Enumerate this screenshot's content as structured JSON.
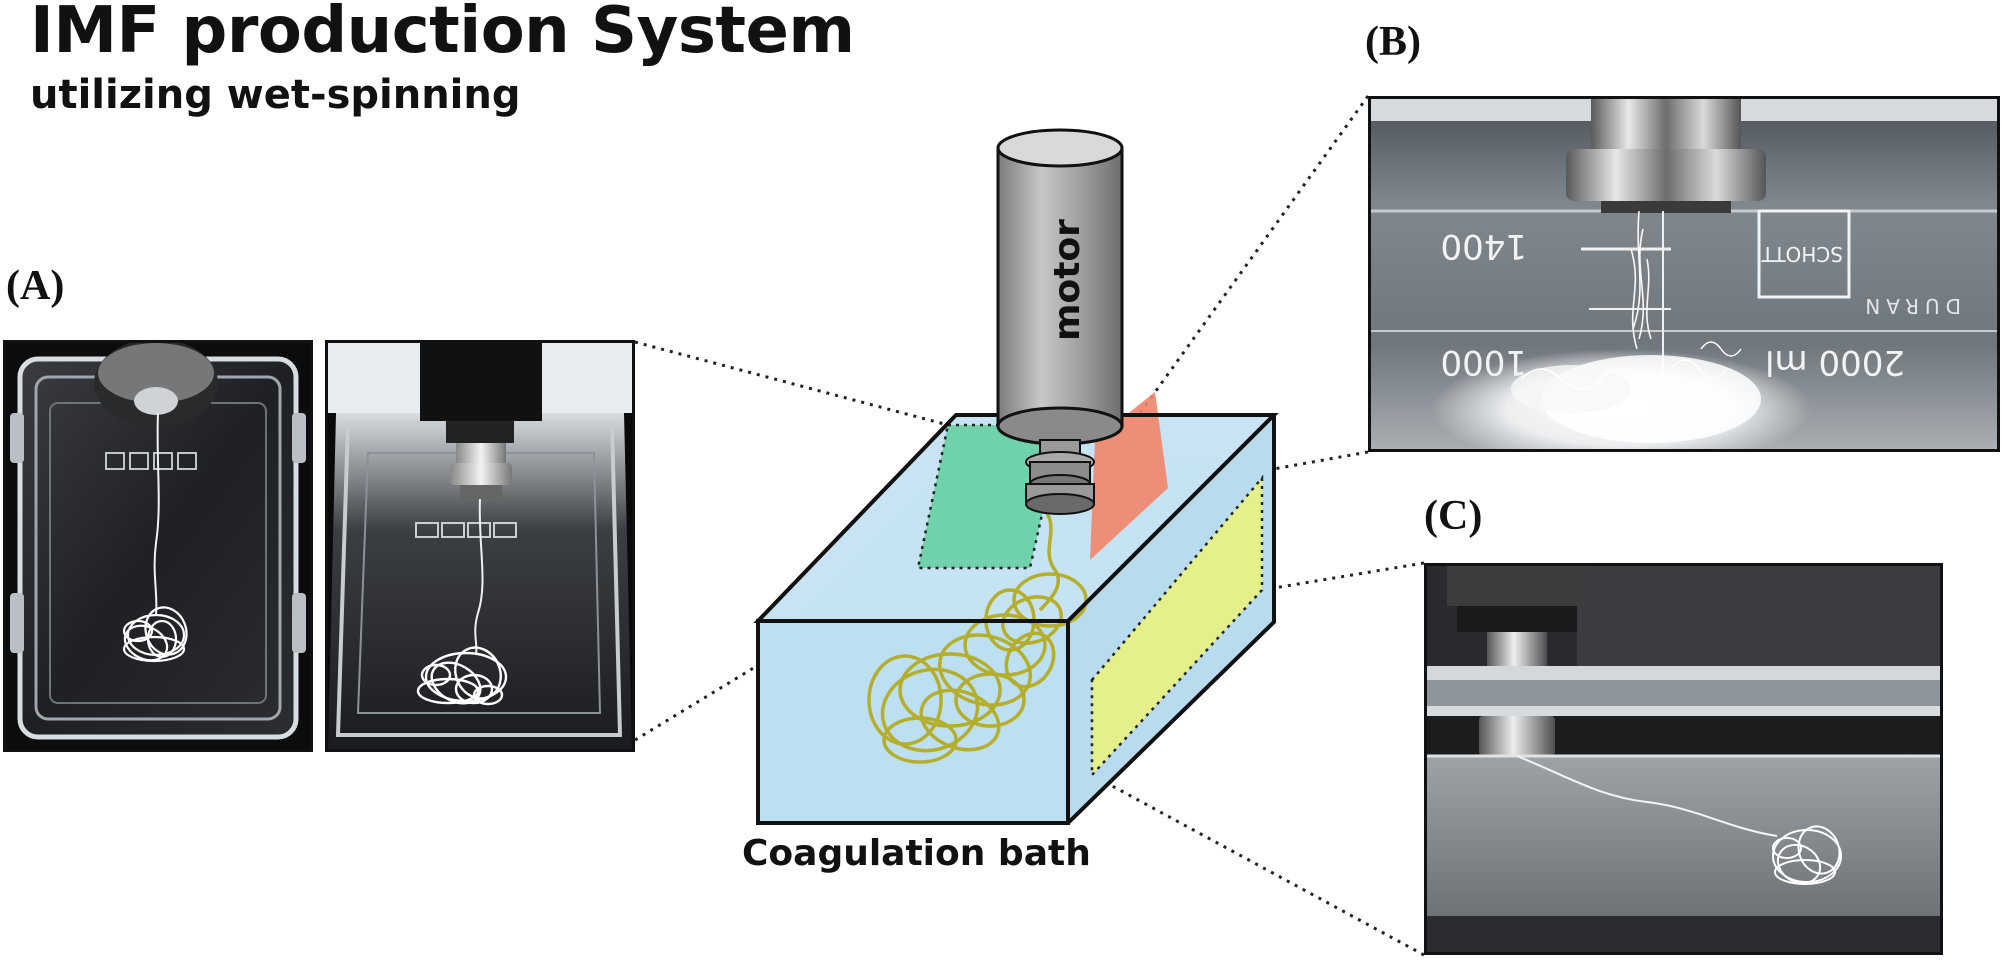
{
  "figure": {
    "title": "IMF production System",
    "subtitle": "utilizing wet-spinning",
    "panels": {
      "a_label": "(A)",
      "b_label": "(B)",
      "c_label": "(C)"
    },
    "labels": {
      "motor": "motor",
      "bath": "Coagulation bath"
    },
    "beaker_marks": {
      "mark_1400": "1400",
      "mark_1000": "1000",
      "volume": "2000 ml",
      "brand": "SCHOTT",
      "glass": "DURAN"
    },
    "colors": {
      "bath_water": "#c5e3f3",
      "fiber": "#b5ae2c",
      "green_view": "#5fcf9c",
      "red_view": "#f0846a",
      "yellow_view": "#e6f08a",
      "motor_body": "#9a9a9a"
    }
  }
}
